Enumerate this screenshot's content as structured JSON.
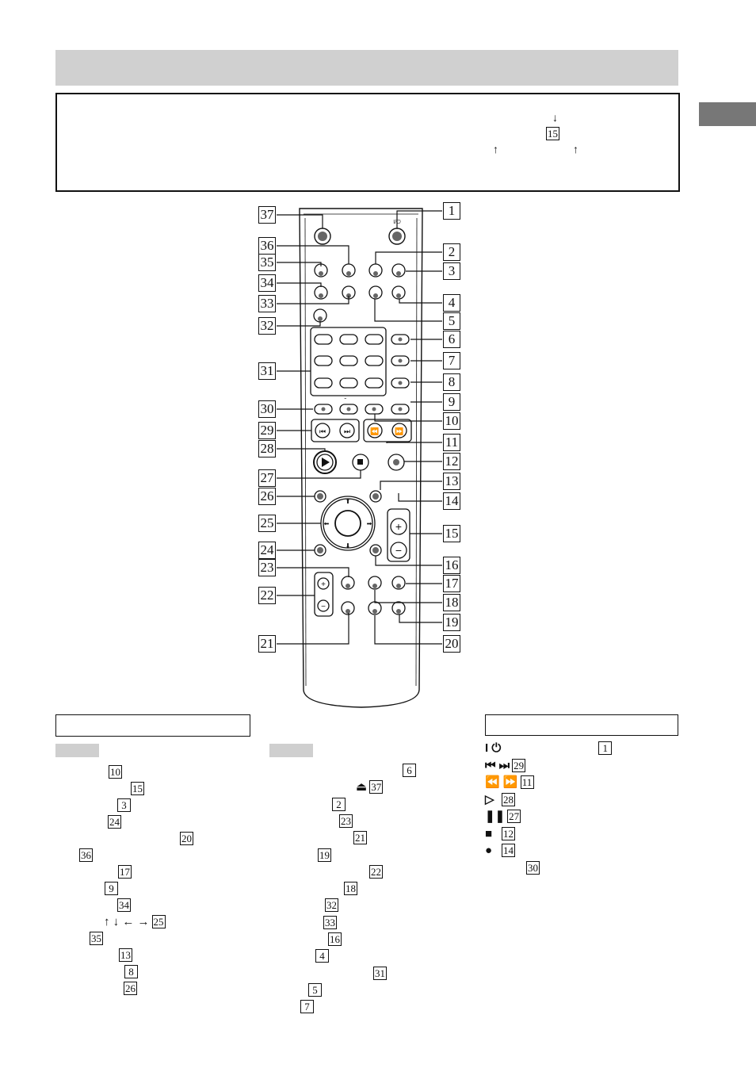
{
  "note_markers": {
    "down_arrow": "↓",
    "ref_15": "15",
    "up_arrow_1": "↑",
    "up_arrow_2": "↑"
  },
  "remote": {
    "power_label": "I/⏻",
    "clear_mark": "˘",
    "callouts_left": [
      "37",
      "36",
      "35",
      "34",
      "33",
      "32",
      "31",
      "30",
      "29",
      "28",
      "27",
      "26",
      "25",
      "24",
      "23",
      "22",
      "21"
    ],
    "callouts_right": [
      "1",
      "2",
      "3",
      "4",
      "5",
      "6",
      "7",
      "8",
      "9",
      "10",
      "11",
      "12",
      "13",
      "14",
      "15",
      "16",
      "17",
      "18",
      "19",
      "20"
    ]
  },
  "index_col1": [
    "10",
    "15",
    "3",
    "24",
    "20",
    "36",
    "17",
    "9",
    "34",
    "25",
    "35",
    "13",
    "8",
    "26"
  ],
  "index_col1_arrows": "↑ ↓ ← →",
  "index_col2": [
    "6",
    "37",
    "2",
    "23",
    "21",
    "19",
    "22",
    "18",
    "32",
    "33",
    "16",
    "4",
    "31",
    "5",
    "7"
  ],
  "index_col2_eject": "⏏",
  "symbols": [
    {
      "sym": "I ⏻",
      "ref": "1"
    },
    {
      "sym": "⏮ ⏭",
      "ref": "29"
    },
    {
      "sym": "⏪ ⏩",
      "ref": "11"
    },
    {
      "sym": "▷",
      "ref": "28"
    },
    {
      "sym": "❚❚",
      "ref": "27"
    },
    {
      "sym": "■",
      "ref": "12"
    },
    {
      "sym": "●",
      "ref": "14"
    },
    {
      "sym": "",
      "ref": "30"
    }
  ]
}
